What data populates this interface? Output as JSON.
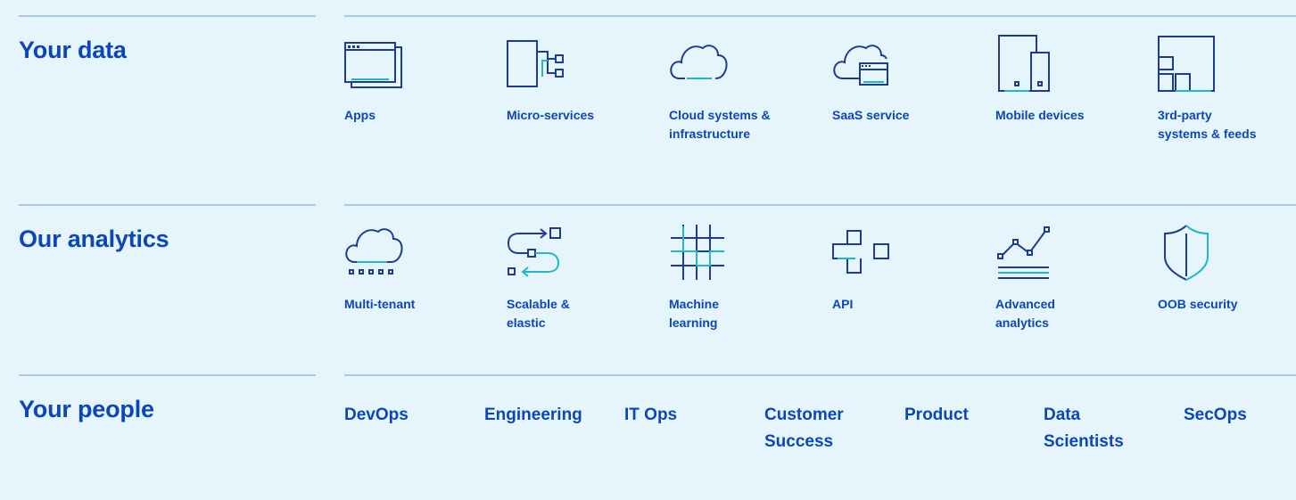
{
  "sections": {
    "data": {
      "heading": "Your data",
      "items": [
        {
          "icon": "app-window-icon",
          "label": "Apps"
        },
        {
          "icon": "micro-services-icon",
          "label": "Micro-services"
        },
        {
          "icon": "cloud-icon",
          "label": "Cloud systems &\ninfrastructure"
        },
        {
          "icon": "saas-cloud-icon",
          "label": "SaaS service"
        },
        {
          "icon": "mobile-devices-icon",
          "label": "Mobile devices"
        },
        {
          "icon": "third-party-systems-icon",
          "label": "3rd-party\nsystems & feeds"
        }
      ]
    },
    "analytics": {
      "heading": "Our analytics",
      "items": [
        {
          "icon": "multi-tenant-cloud-icon",
          "label": "Multi-tenant"
        },
        {
          "icon": "scalable-arrows-icon",
          "label": "Scalable &\nelastic"
        },
        {
          "icon": "machine-learning-grid-icon",
          "label": "Machine\nlearning"
        },
        {
          "icon": "api-blocks-icon",
          "label": "API"
        },
        {
          "icon": "analytics-line-icon",
          "label": "Advanced\nanalytics"
        },
        {
          "icon": "shield-icon",
          "label": "OOB security"
        }
      ]
    },
    "people": {
      "heading": "Your people",
      "items": [
        {
          "label": "DevOps"
        },
        {
          "label": "Engineering"
        },
        {
          "label": "IT Ops"
        },
        {
          "label": "Customer\nSuccess"
        },
        {
          "label": "Product"
        },
        {
          "label": "Data\nScientists"
        },
        {
          "label": "SecOps"
        }
      ]
    }
  },
  "colors": {
    "background": "#e6f4fb",
    "text": "#0b47b8",
    "icon_stroke": "#1d3c8f",
    "icon_accent": "#1fb8c8",
    "rule": "#a9c9ec"
  }
}
